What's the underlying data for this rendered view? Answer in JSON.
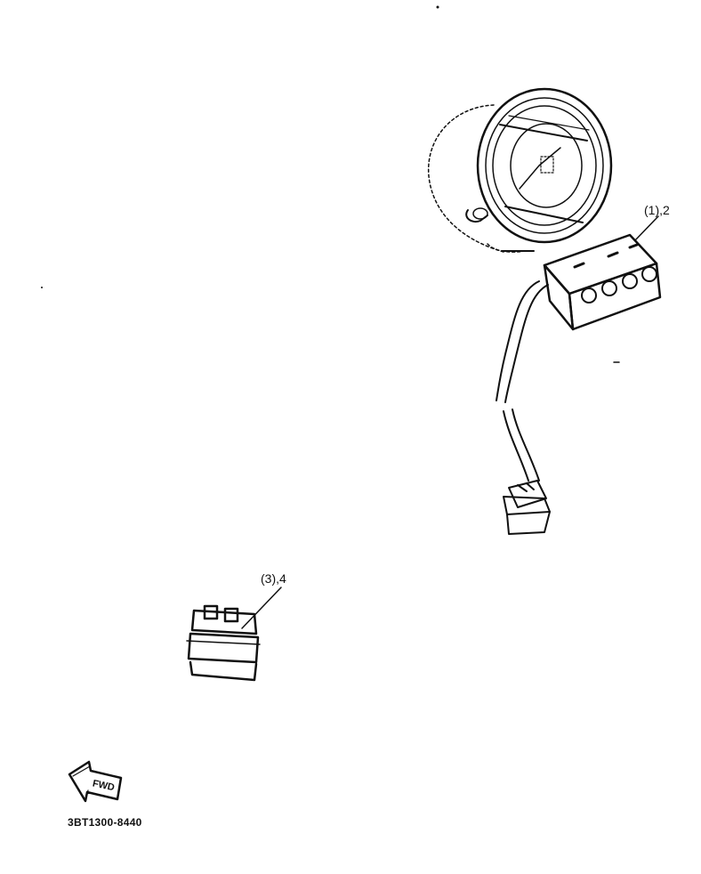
{
  "callouts": {
    "part_1": "(1),2",
    "part_3": "(3),4"
  },
  "fwd_arrow_text": "FWD",
  "figure_code": "3BT1300-8440",
  "icons": [
    "fwd-arrow-icon"
  ]
}
